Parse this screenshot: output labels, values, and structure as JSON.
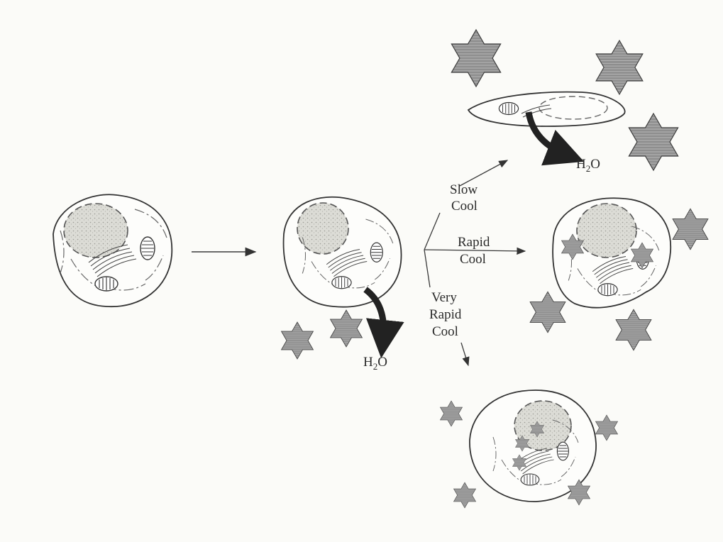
{
  "labels": {
    "slow_cool": [
      "Slow",
      "Cool"
    ],
    "rapid_cool": [
      "Rapid",
      "Cool"
    ],
    "very_rapid_cool": [
      "Very",
      "Rapid",
      "Cool"
    ],
    "water": {
      "main": "H",
      "sub": "2",
      "tail": "O"
    }
  },
  "colors": {
    "ink": "#333333",
    "ice_crystal": "#8c8c8c",
    "paper": "#fbfbf8"
  }
}
